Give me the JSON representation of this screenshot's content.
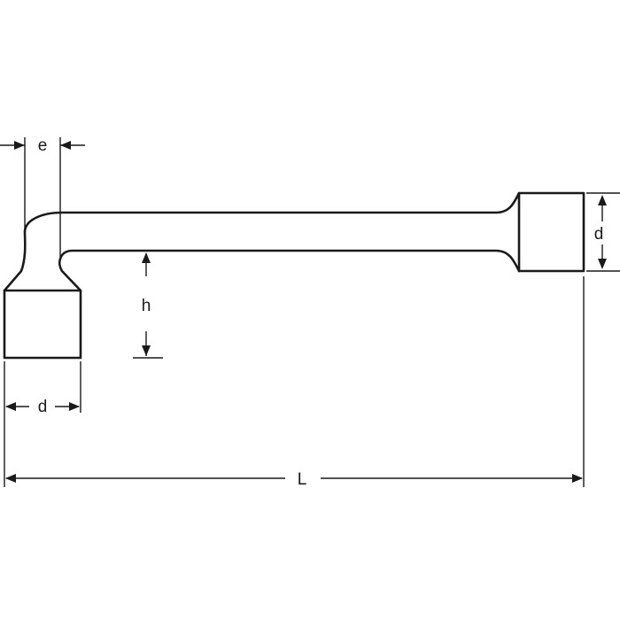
{
  "diagram": {
    "labels": {
      "e": "e",
      "d_right": "d",
      "h": "h",
      "d_left": "d",
      "L": "L"
    }
  }
}
